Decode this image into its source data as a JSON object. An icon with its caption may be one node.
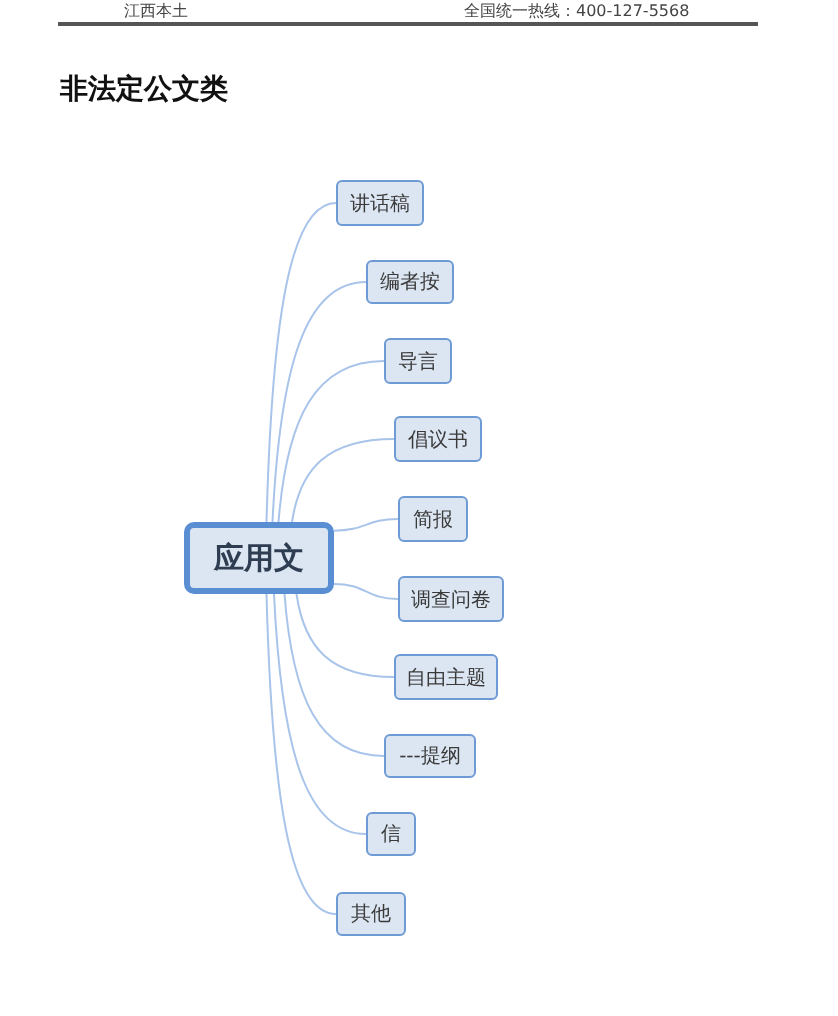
{
  "diagram": {
    "title": "非法定公文类",
    "nodes": [
      {
        "text": [
          "应用文"
        ]
      },
      {
        "text": [
          "讲话稿"
        ]
      },
      {
        "text": [
          "编者按"
        ]
      },
      {
        "text": [
          "导言"
        ]
      },
      {
        "text": [
          "倡议书"
        ]
      },
      {
        "text": [
          "简报"
        ]
      },
      {
        "text": [
          "调查问卷"
        ]
      },
      {
        "text": [
          "自由主题"
        ]
      },
      {
        "text": [
          "---提纲"
        ]
      },
      {
        "text": [
          "信"
        ]
      },
      {
        "text": [
          "其他"
        ]
      }
    ],
    "edges": [
      {
        "from": 0,
        "to": 1,
        "arrow": "none"
      },
      {
        "from": 0,
        "to": 2,
        "arrow": "none"
      },
      {
        "from": 0,
        "to": 3,
        "arrow": "none"
      },
      {
        "from": 0,
        "to": 4,
        "arrow": "none"
      },
      {
        "from": 0,
        "to": 5,
        "arrow": "none"
      },
      {
        "from": 0,
        "to": 6,
        "arrow": "none"
      },
      {
        "from": 0,
        "to": 7,
        "arrow": "none"
      },
      {
        "from": 0,
        "to": 8,
        "arrow": "none"
      },
      {
        "from": 0,
        "to": 9,
        "arrow": "none"
      },
      {
        "from": 0,
        "to": 10,
        "arrow": "none"
      }
    ],
    "labels": [
      "江西本土",
      "全国统一热线：400-127-5568"
    ]
  }
}
